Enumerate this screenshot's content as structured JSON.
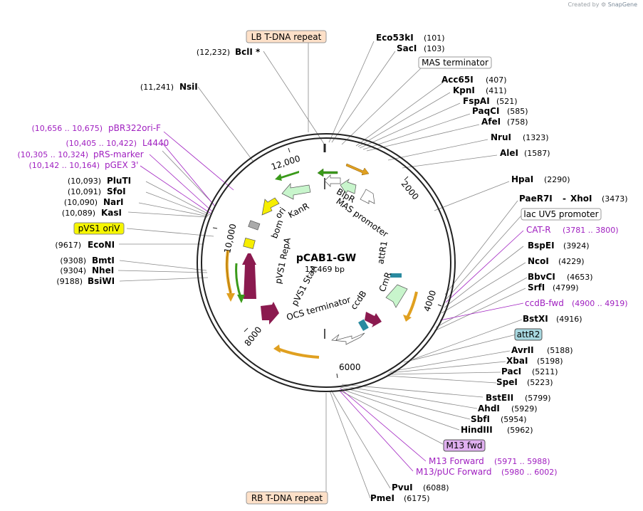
{
  "branding": {
    "created_by": "Created by",
    "product": "SnapGene"
  },
  "plasmid": {
    "name": "pCAB1-GW",
    "size": "12,469 bp"
  },
  "ticks": [
    "12,000",
    "2000",
    "4000",
    "6000",
    "8000",
    "10,000"
  ],
  "colors": {
    "arrow_green": "#3a9a1a",
    "arrow_orange": "#e0a020",
    "maroon": "#8b1a4f",
    "yellow": "#f6ee00",
    "pale_green": "#c8f5cc",
    "teal": "#2a8aa0",
    "purple": "#a020c0",
    "tdna_box": "#fde0c8",
    "attr2_box": "#a8d8e0",
    "m13_box": "#e0b0f0",
    "orivbox": "#f6f600"
  },
  "left_labels": [
    {
      "name": "BclI *",
      "pos": "(12,232)"
    },
    {
      "name": "NsiI",
      "pos": "(11,241)"
    },
    {
      "name": "pBR322ori-F",
      "pos": "(10,656 .. 10,675)",
      "purple": true
    },
    {
      "name": "L4440",
      "pos": "(10,405 .. 10,422)",
      "purple": true
    },
    {
      "name": "pRS-marker",
      "pos": "(10,305 .. 10,324)",
      "purple": true
    },
    {
      "name": "pGEX 3'",
      "pos": "(10,142 .. 10,164)",
      "purple": true
    },
    {
      "name": "PluTI",
      "pos": "(10,093)"
    },
    {
      "name": "SfoI",
      "pos": "(10,091)"
    },
    {
      "name": "NarI",
      "pos": "(10,090)"
    },
    {
      "name": "KasI",
      "pos": "(10,089)"
    },
    {
      "name": "EcoNI",
      "pos": "(9617)"
    },
    {
      "name": "BmtI",
      "pos": "(9308)"
    },
    {
      "name": "NheI",
      "pos": "(9304)"
    },
    {
      "name": "BsiWI",
      "pos": "(9188)"
    }
  ],
  "right_labels": [
    {
      "name": "Eco53kI",
      "pos": "(101)"
    },
    {
      "name": "SacI",
      "pos": "(103)"
    },
    {
      "name": "Acc65I",
      "pos": "(407)"
    },
    {
      "name": "KpnI",
      "pos": "(411)"
    },
    {
      "name": "FspAI",
      "pos": "(521)"
    },
    {
      "name": "PaqCI",
      "pos": "(585)"
    },
    {
      "name": "AfeI",
      "pos": "(758)"
    },
    {
      "name": "NruI",
      "pos": "(1323)"
    },
    {
      "name": "AleI",
      "pos": "(1587)"
    },
    {
      "name": "HpaI",
      "pos": "(2290)"
    },
    {
      "name": "PaeR7I",
      "pos": "(3473)",
      "extra": "XhoI",
      "dash": "-"
    },
    {
      "name": "CAT-R",
      "pos": "(3781 .. 3800)",
      "purple": true
    },
    {
      "name": "BspEI",
      "pos": "(3924)"
    },
    {
      "name": "NcoI",
      "pos": "(4229)"
    },
    {
      "name": "BbvCI",
      "pos": "(4653)"
    },
    {
      "name": "SrfI",
      "pos": "(4799)"
    },
    {
      "name": "ccdB-fwd",
      "pos": "(4900 .. 4919)",
      "purple": true
    },
    {
      "name": "BstXI",
      "pos": "(4916)"
    },
    {
      "name": "AvrII",
      "pos": "(5188)"
    },
    {
      "name": "XbaI",
      "pos": "(5198)"
    },
    {
      "name": "PacI",
      "pos": "(5211)"
    },
    {
      "name": "SpeI",
      "pos": "(5223)"
    },
    {
      "name": "BstEII",
      "pos": "(5799)"
    },
    {
      "name": "AhdI",
      "pos": "(5929)"
    },
    {
      "name": "SbfI",
      "pos": "(5954)"
    },
    {
      "name": "HindIII",
      "pos": "(5962)"
    },
    {
      "name": "M13 Forward",
      "pos": "(5971 .. 5988)",
      "purple": true
    },
    {
      "name": "M13/pUC Forward",
      "pos": "(5980 .. 6002)",
      "purple": true
    },
    {
      "name": "PvuI",
      "pos": "(6088)"
    },
    {
      "name": "PmeI",
      "pos": "(6175)"
    }
  ],
  "boxed_labels": {
    "lb": "LB T-DNA repeat",
    "rb": "RB T-DNA repeat",
    "mas_term": "MAS terminator",
    "lac": "lac UV5 promoter",
    "attr2": "attR2",
    "m13fwd": "M13 fwd",
    "pvs1oriv": "pVS1 oriV"
  },
  "feature_labels": {
    "ori": "ori",
    "bom": "bom",
    "kanr": "KanR",
    "blpr": "BlpR",
    "mas_promoter": "MAS promoter",
    "repa": "pVS1 RepA",
    "staa": "pVS1 StaA",
    "ocs": "OCS terminator",
    "ccdb": "ccdB",
    "cmr": "CmR",
    "attr1": "attR1"
  }
}
